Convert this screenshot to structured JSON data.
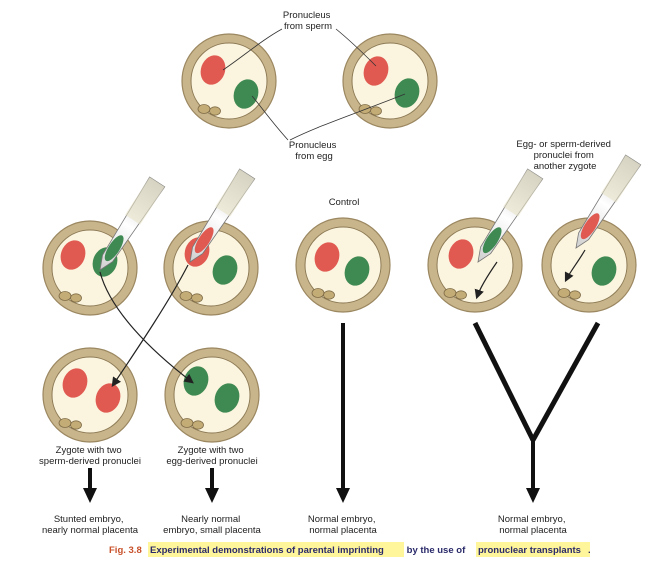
{
  "labels": {
    "pronucleus_sperm": [
      "Pronucleus",
      "from sperm"
    ],
    "pronucleus_egg": [
      "Pronucleus",
      "from egg"
    ],
    "control": "Control",
    "donor": [
      "Egg- or sperm-derived",
      "pronuclei from",
      "another zygote"
    ],
    "zygote_sperm": [
      "Zygote with two",
      "sperm-derived pronuclei"
    ],
    "zygote_egg": [
      "Zygote with two",
      "egg-derived pronuclei"
    ]
  },
  "outcomes": {
    "stunted": [
      "Stunted embryo,",
      "nearly normal placenta"
    ],
    "nearly_normal": [
      "Nearly normal",
      "embryo, small placenta"
    ],
    "normal_control": [
      "Normal embryo,",
      "normal placenta"
    ],
    "normal_transplant": [
      "Normal embryo,",
      "normal placenta"
    ]
  },
  "caption": {
    "number": "Fig. 3.8",
    "highlight1": "Experimental demonstrations of parental imprinting",
    "middle": " by the use of ",
    "highlight2": "pronuclear transplants",
    "end": "."
  },
  "colors": {
    "sperm_pronucleus": "#e05a52",
    "egg_pronucleus": "#3f8a52",
    "zona": "#c9b58c",
    "cytoplasm": "#fbf4de",
    "highlight": "#fff59a",
    "caption_number": "#c8502a",
    "caption_text": "#2a2a6a"
  }
}
